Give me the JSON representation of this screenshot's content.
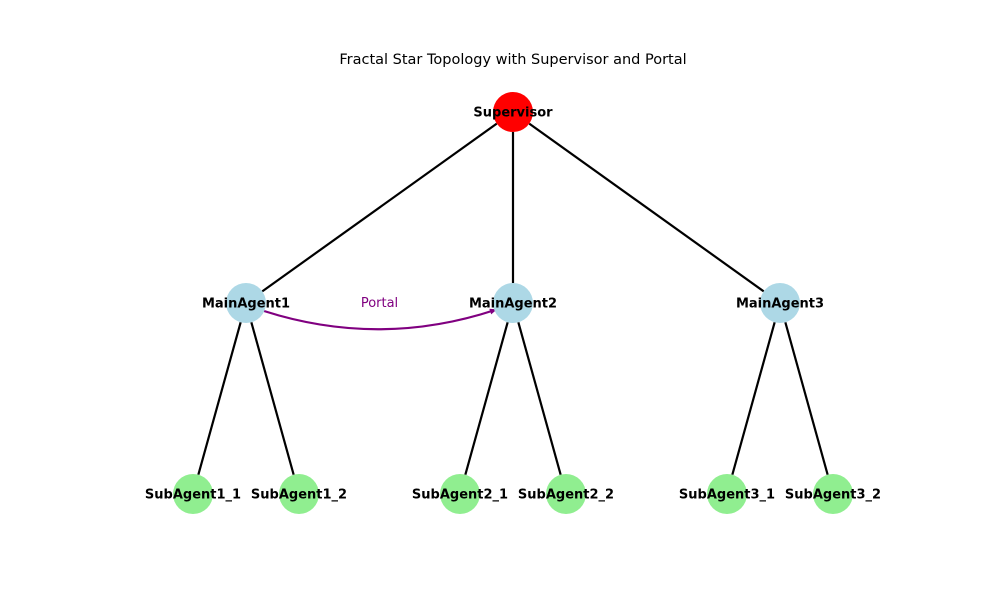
{
  "title": "Fractal Star Topology with Supervisor and Portal",
  "colors": {
    "supervisor": "#ff0000",
    "main_agent": "#add8e6",
    "sub_agent": "#90ee90",
    "edge": "#000000",
    "portal": "#800080"
  },
  "nodes": [
    {
      "id": "supervisor",
      "label": "Supervisor",
      "role": "supervisor"
    },
    {
      "id": "main1",
      "label": "MainAgent1",
      "role": "main_agent"
    },
    {
      "id": "main2",
      "label": "MainAgent2",
      "role": "main_agent"
    },
    {
      "id": "main3",
      "label": "MainAgent3",
      "role": "main_agent"
    },
    {
      "id": "sub1_1",
      "label": "SubAgent1_1",
      "role": "sub_agent"
    },
    {
      "id": "sub1_2",
      "label": "SubAgent1_2",
      "role": "sub_agent"
    },
    {
      "id": "sub2_1",
      "label": "SubAgent2_1",
      "role": "sub_agent"
    },
    {
      "id": "sub2_2",
      "label": "SubAgent2_2",
      "role": "sub_agent"
    },
    {
      "id": "sub3_1",
      "label": "SubAgent3_1",
      "role": "sub_agent"
    },
    {
      "id": "sub3_2",
      "label": "SubAgent3_2",
      "role": "sub_agent"
    }
  ],
  "edges": [
    {
      "from": "supervisor",
      "to": "main1"
    },
    {
      "from": "supervisor",
      "to": "main2"
    },
    {
      "from": "supervisor",
      "to": "main3"
    },
    {
      "from": "main1",
      "to": "sub1_1"
    },
    {
      "from": "main1",
      "to": "sub1_2"
    },
    {
      "from": "main2",
      "to": "sub2_1"
    },
    {
      "from": "main2",
      "to": "sub2_2"
    },
    {
      "from": "main3",
      "to": "sub3_1"
    },
    {
      "from": "main3",
      "to": "sub3_2"
    }
  ],
  "portal": {
    "from": "main1",
    "to": "main2",
    "label": "Portal"
  }
}
